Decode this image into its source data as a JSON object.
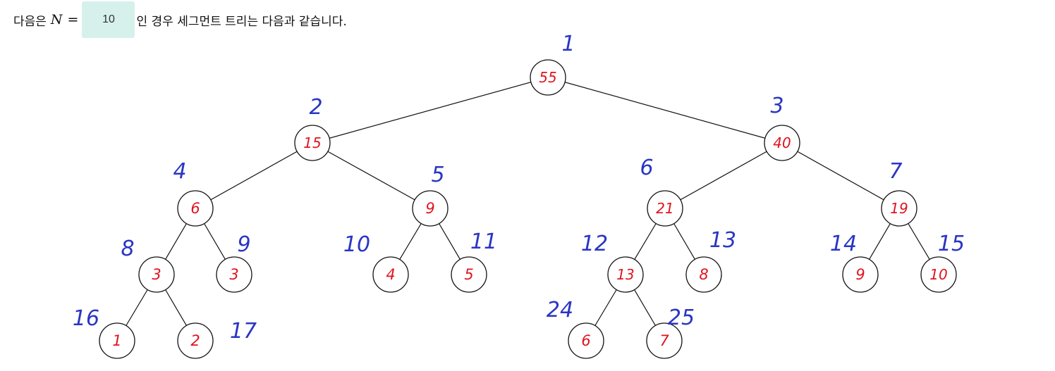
{
  "header": {
    "text_before": "다음은",
    "variable": "N",
    "equals": "=",
    "n_value": "10",
    "text_after": "인 경우 세그먼트 트리는 다음과 같습니다."
  },
  "tree": {
    "nodes": [
      {
        "index": "1",
        "value": "55"
      },
      {
        "index": "2",
        "value": "15"
      },
      {
        "index": "3",
        "value": "40"
      },
      {
        "index": "4",
        "value": "6"
      },
      {
        "index": "5",
        "value": "9"
      },
      {
        "index": "6",
        "value": "21"
      },
      {
        "index": "7",
        "value": "19"
      },
      {
        "index": "8",
        "value": "3"
      },
      {
        "index": "9",
        "value": "3"
      },
      {
        "index": "10",
        "value": "4"
      },
      {
        "index": "11",
        "value": "5"
      },
      {
        "index": "12",
        "value": "13"
      },
      {
        "index": "13",
        "value": "8"
      },
      {
        "index": "14",
        "value": "9"
      },
      {
        "index": "15",
        "value": "10"
      },
      {
        "index": "16",
        "value": "1"
      },
      {
        "index": "17",
        "value": "2"
      },
      {
        "index": "24",
        "value": "6"
      },
      {
        "index": "25",
        "value": "7"
      }
    ],
    "edges": [
      [
        "1",
        "2"
      ],
      [
        "1",
        "3"
      ],
      [
        "2",
        "4"
      ],
      [
        "2",
        "5"
      ],
      [
        "3",
        "6"
      ],
      [
        "3",
        "7"
      ],
      [
        "4",
        "8"
      ],
      [
        "4",
        "9"
      ],
      [
        "5",
        "10"
      ],
      [
        "5",
        "11"
      ],
      [
        "6",
        "12"
      ],
      [
        "6",
        "13"
      ],
      [
        "7",
        "14"
      ],
      [
        "7",
        "15"
      ],
      [
        "8",
        "16"
      ],
      [
        "8",
        "17"
      ],
      [
        "12",
        "24"
      ],
      [
        "12",
        "25"
      ]
    ],
    "colors": {
      "value": "#e0141e",
      "index": "#2a35c4",
      "line": "#111111"
    }
  }
}
